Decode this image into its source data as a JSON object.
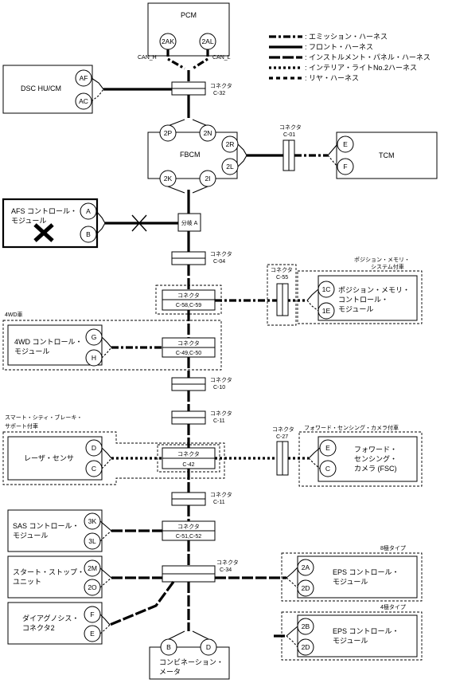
{
  "legend": [
    {
      "style": "emission",
      "label": ": エミッション・ハーネス"
    },
    {
      "style": "front",
      "label": ": フロント・ハーネス"
    },
    {
      "style": "instrument",
      "label": ": インストルメント・パネル・ハーネス"
    },
    {
      "style": "interior",
      "label": ": インテリア・ライトNo.2ハーネス"
    },
    {
      "style": "rear",
      "label": ": リヤ・ハーネス"
    }
  ],
  "modules": {
    "pcm": {
      "name": "PCM",
      "pins": [
        "2AK",
        "2AL"
      ],
      "can_h": "CAN_H",
      "can_l": "CAN_L"
    },
    "dsc": {
      "name": "DSC HU/CM",
      "pins": [
        "AF",
        "AC"
      ]
    },
    "fbcm": {
      "name": "FBCM",
      "pins": [
        "2P",
        "2N",
        "2R",
        "2L",
        "2K",
        "2I"
      ]
    },
    "tcm": {
      "name": "TCM",
      "pins": [
        "E",
        "F"
      ]
    },
    "afs": {
      "name1": "AFS コントロール・",
      "name2": "モジュール",
      "pins": [
        "A",
        "B"
      ]
    },
    "junction": {
      "name": "分岐 A"
    },
    "pos_mem": {
      "name1": "ポジション・メモリ・",
      "name2": "コントロール・",
      "name3": "モジュール",
      "pins": [
        "1C",
        "1E"
      ],
      "note1": "ポジション・メモリ・",
      "note2": "システム付車"
    },
    "awd": {
      "name1": "4WD コントロール・",
      "name2": "モジュール",
      "pins": [
        "G",
        "H"
      ],
      "note": "4WD車"
    },
    "laser": {
      "name": "レーザ・センサ",
      "pins": [
        "D",
        "C"
      ],
      "note1": "スマート・シティ・ブレーキ・",
      "note2": "サポート付車"
    },
    "fsc": {
      "name1": "フォワード・",
      "name2": "センシング・",
      "name3": "カメラ (FSC)",
      "pins": [
        "E",
        "C"
      ],
      "note": "フォワード・センシング・カメラ付車"
    },
    "sas": {
      "name1": "SAS コントロール・",
      "name2": "モジュール",
      "pins": [
        "3K",
        "3L"
      ]
    },
    "start": {
      "name1": "スタート・ストップ・",
      "name2": "ユニット",
      "pins": [
        "2M",
        "2O"
      ]
    },
    "diag": {
      "name1": "ダイアグノシス・",
      "name2": "コネクタ2",
      "pins": [
        "F",
        "E"
      ]
    },
    "meter": {
      "name1": "コンビネーション・",
      "name2": "メータ",
      "pins": [
        "B",
        "D"
      ]
    },
    "eps8": {
      "name1": "EPS コントロール・",
      "name2": "モジュール",
      "pins": [
        "2A",
        "2D"
      ],
      "note": "8極タイプ"
    },
    "eps4": {
      "name1": "EPS コントロール・",
      "name2": "モジュール",
      "pins": [
        "2B",
        "2D"
      ],
      "note": "4極タイプ"
    }
  },
  "connectors": {
    "c32": {
      "t1": "コネクタ",
      "t2": "C-32"
    },
    "c01": {
      "t1": "コネクタ",
      "t2": "C-01"
    },
    "c04": {
      "t1": "コネクタ",
      "t2": "C-04"
    },
    "c55": {
      "t1": "コネクタ",
      "t2": "C-55"
    },
    "c5859": {
      "t1": "コネクタ",
      "t2": "C-58,C-59"
    },
    "c4950": {
      "t1": "コネクタ",
      "t2": "C-49,C-50"
    },
    "c10": {
      "t1": "コネクタ",
      "t2": "C-10"
    },
    "c11a": {
      "t1": "コネクタ",
      "t2": "C-11"
    },
    "c27": {
      "t1": "コネクタ",
      "t2": "C-27"
    },
    "c42": {
      "t1": "コネクタ",
      "t2": "C-42"
    },
    "c11b": {
      "t1": "コネクタ",
      "t2": "C-11"
    },
    "c5152": {
      "t1": "コネクタ",
      "t2": "C-51,C-52"
    },
    "c34": {
      "t1": "コネクタ",
      "t2": "C-34"
    }
  }
}
